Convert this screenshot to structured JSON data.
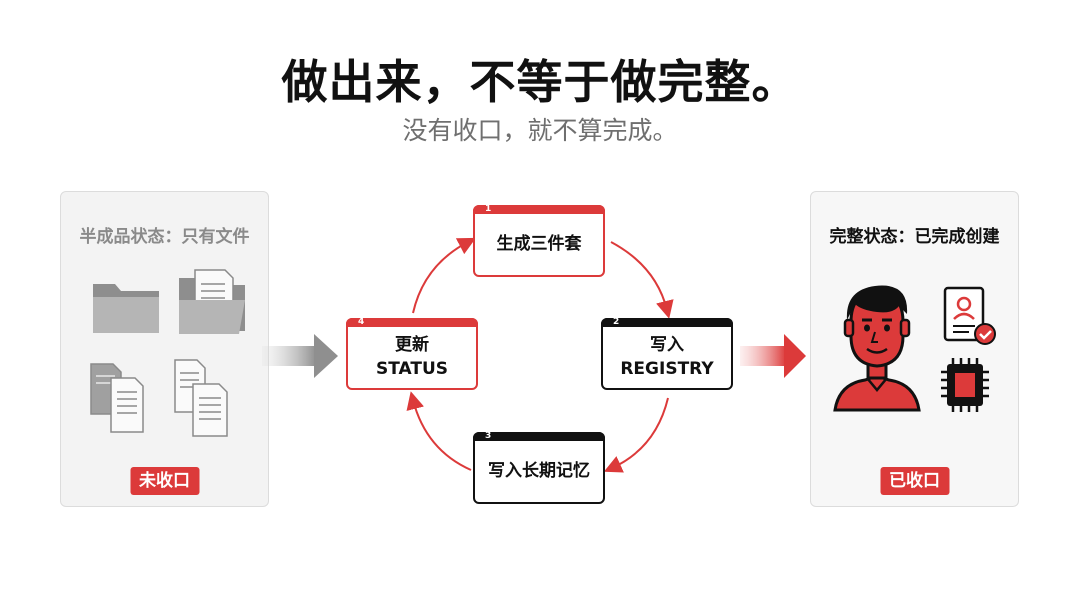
{
  "header": {
    "title": "做出来，不等于做完整。",
    "subtitle": "没有收口，就不算完成。"
  },
  "left_panel": {
    "title": "半成品状态：只有文件",
    "badge": "未收口",
    "icons": [
      "folder-icon",
      "folder-with-document-icon",
      "documents-icon",
      "documents-icon"
    ]
  },
  "cycle": [
    {
      "number": "1",
      "line1": "生成三件套",
      "line2": "",
      "style": "red"
    },
    {
      "number": "2",
      "line1": "写入",
      "line2": "REGISTRY",
      "style": "dark"
    },
    {
      "number": "3",
      "line1": "写入长期记忆",
      "line2": "",
      "style": "dark"
    },
    {
      "number": "4",
      "line1": "更新",
      "line2": "STATUS",
      "style": "red"
    }
  ],
  "right_panel": {
    "title": "完整状态：已完成创建",
    "badge": "已收口",
    "icons": [
      "person-avatar-icon",
      "id-card-check-icon",
      "memory-chip-icon"
    ]
  },
  "colors": {
    "accent": "#dc3a3a",
    "dark": "#111111",
    "muted": "#8a8a8a"
  }
}
